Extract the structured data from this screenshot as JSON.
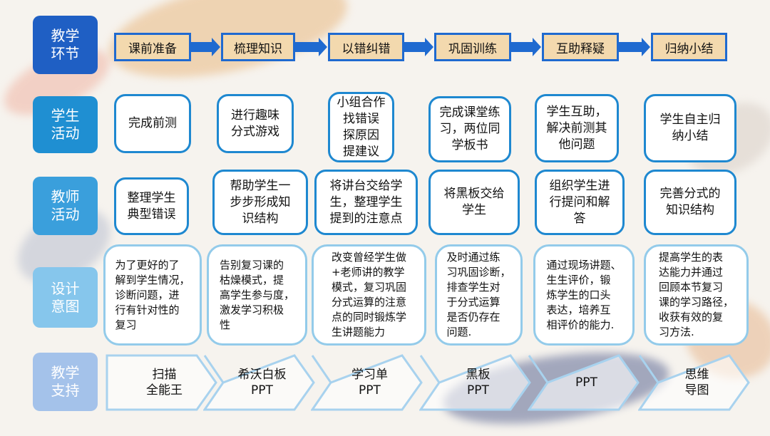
{
  "row_labels": [
    "教学\n环节",
    "学生\n活动",
    "教师\n活动",
    "设计\n意图",
    "教学\n支持"
  ],
  "label_colors": [
    "#1f5fc4",
    "#1f8fd2",
    "#3a9fdc",
    "#86c6ec",
    "#a4c2ea"
  ],
  "steps": [
    "课前准备",
    "梳理知识",
    "以错纠错",
    "巩固训练",
    "互助释疑",
    "归纳小结"
  ],
  "student_activities": [
    "完成前测",
    "进行趣味\n分式游戏",
    "小组合作\n找错误\n探原因\n提建议",
    "完成课堂练\n习，两位同\n学板书",
    "学生互助，\n解决前测其\n他问题",
    "学生自主归\n纳小结"
  ],
  "teacher_activities": [
    "整理学生\n典型错误",
    "帮助学生一\n步步形成知\n识结构",
    "将讲台交给学\n生，整理学生\n提到的注意点",
    "将黑板交给\n学生",
    "组织学生进\n行提问和解\n答",
    "完善分式的\n知识结构"
  ],
  "design_intents": [
    "为了更好的了\n解到学生情况，\n诊断问题，进\n行有针对性的\n复习",
    "告别复习课的\n枯燥模式，提\n高学生参与度，\n激发学习积极\n性",
    "改变曾经学生做\n+老师讲的教学\n模式，复习巩固\n分式运算的注意\n点的同时锻炼学\n生讲题能力",
    "及时通过练\n习巩固诊断，\n排查学生对\n于分式运算\n是否仍存在\n问题.",
    "通过现场讲题、\n生生评价，锻\n炼学生的口头\n表达，培养互\n相评价的能力.",
    "提高学生的表\n达能力并通过\n回顾本节复习\n课的学习路径，\n收获有效的复\n习方法."
  ],
  "supports": [
    "扫描\n全能王",
    "希沃白板\nPPT",
    "学习单\nPPT",
    "黑板\nPPT",
    "PPT",
    "思维\n导图"
  ]
}
